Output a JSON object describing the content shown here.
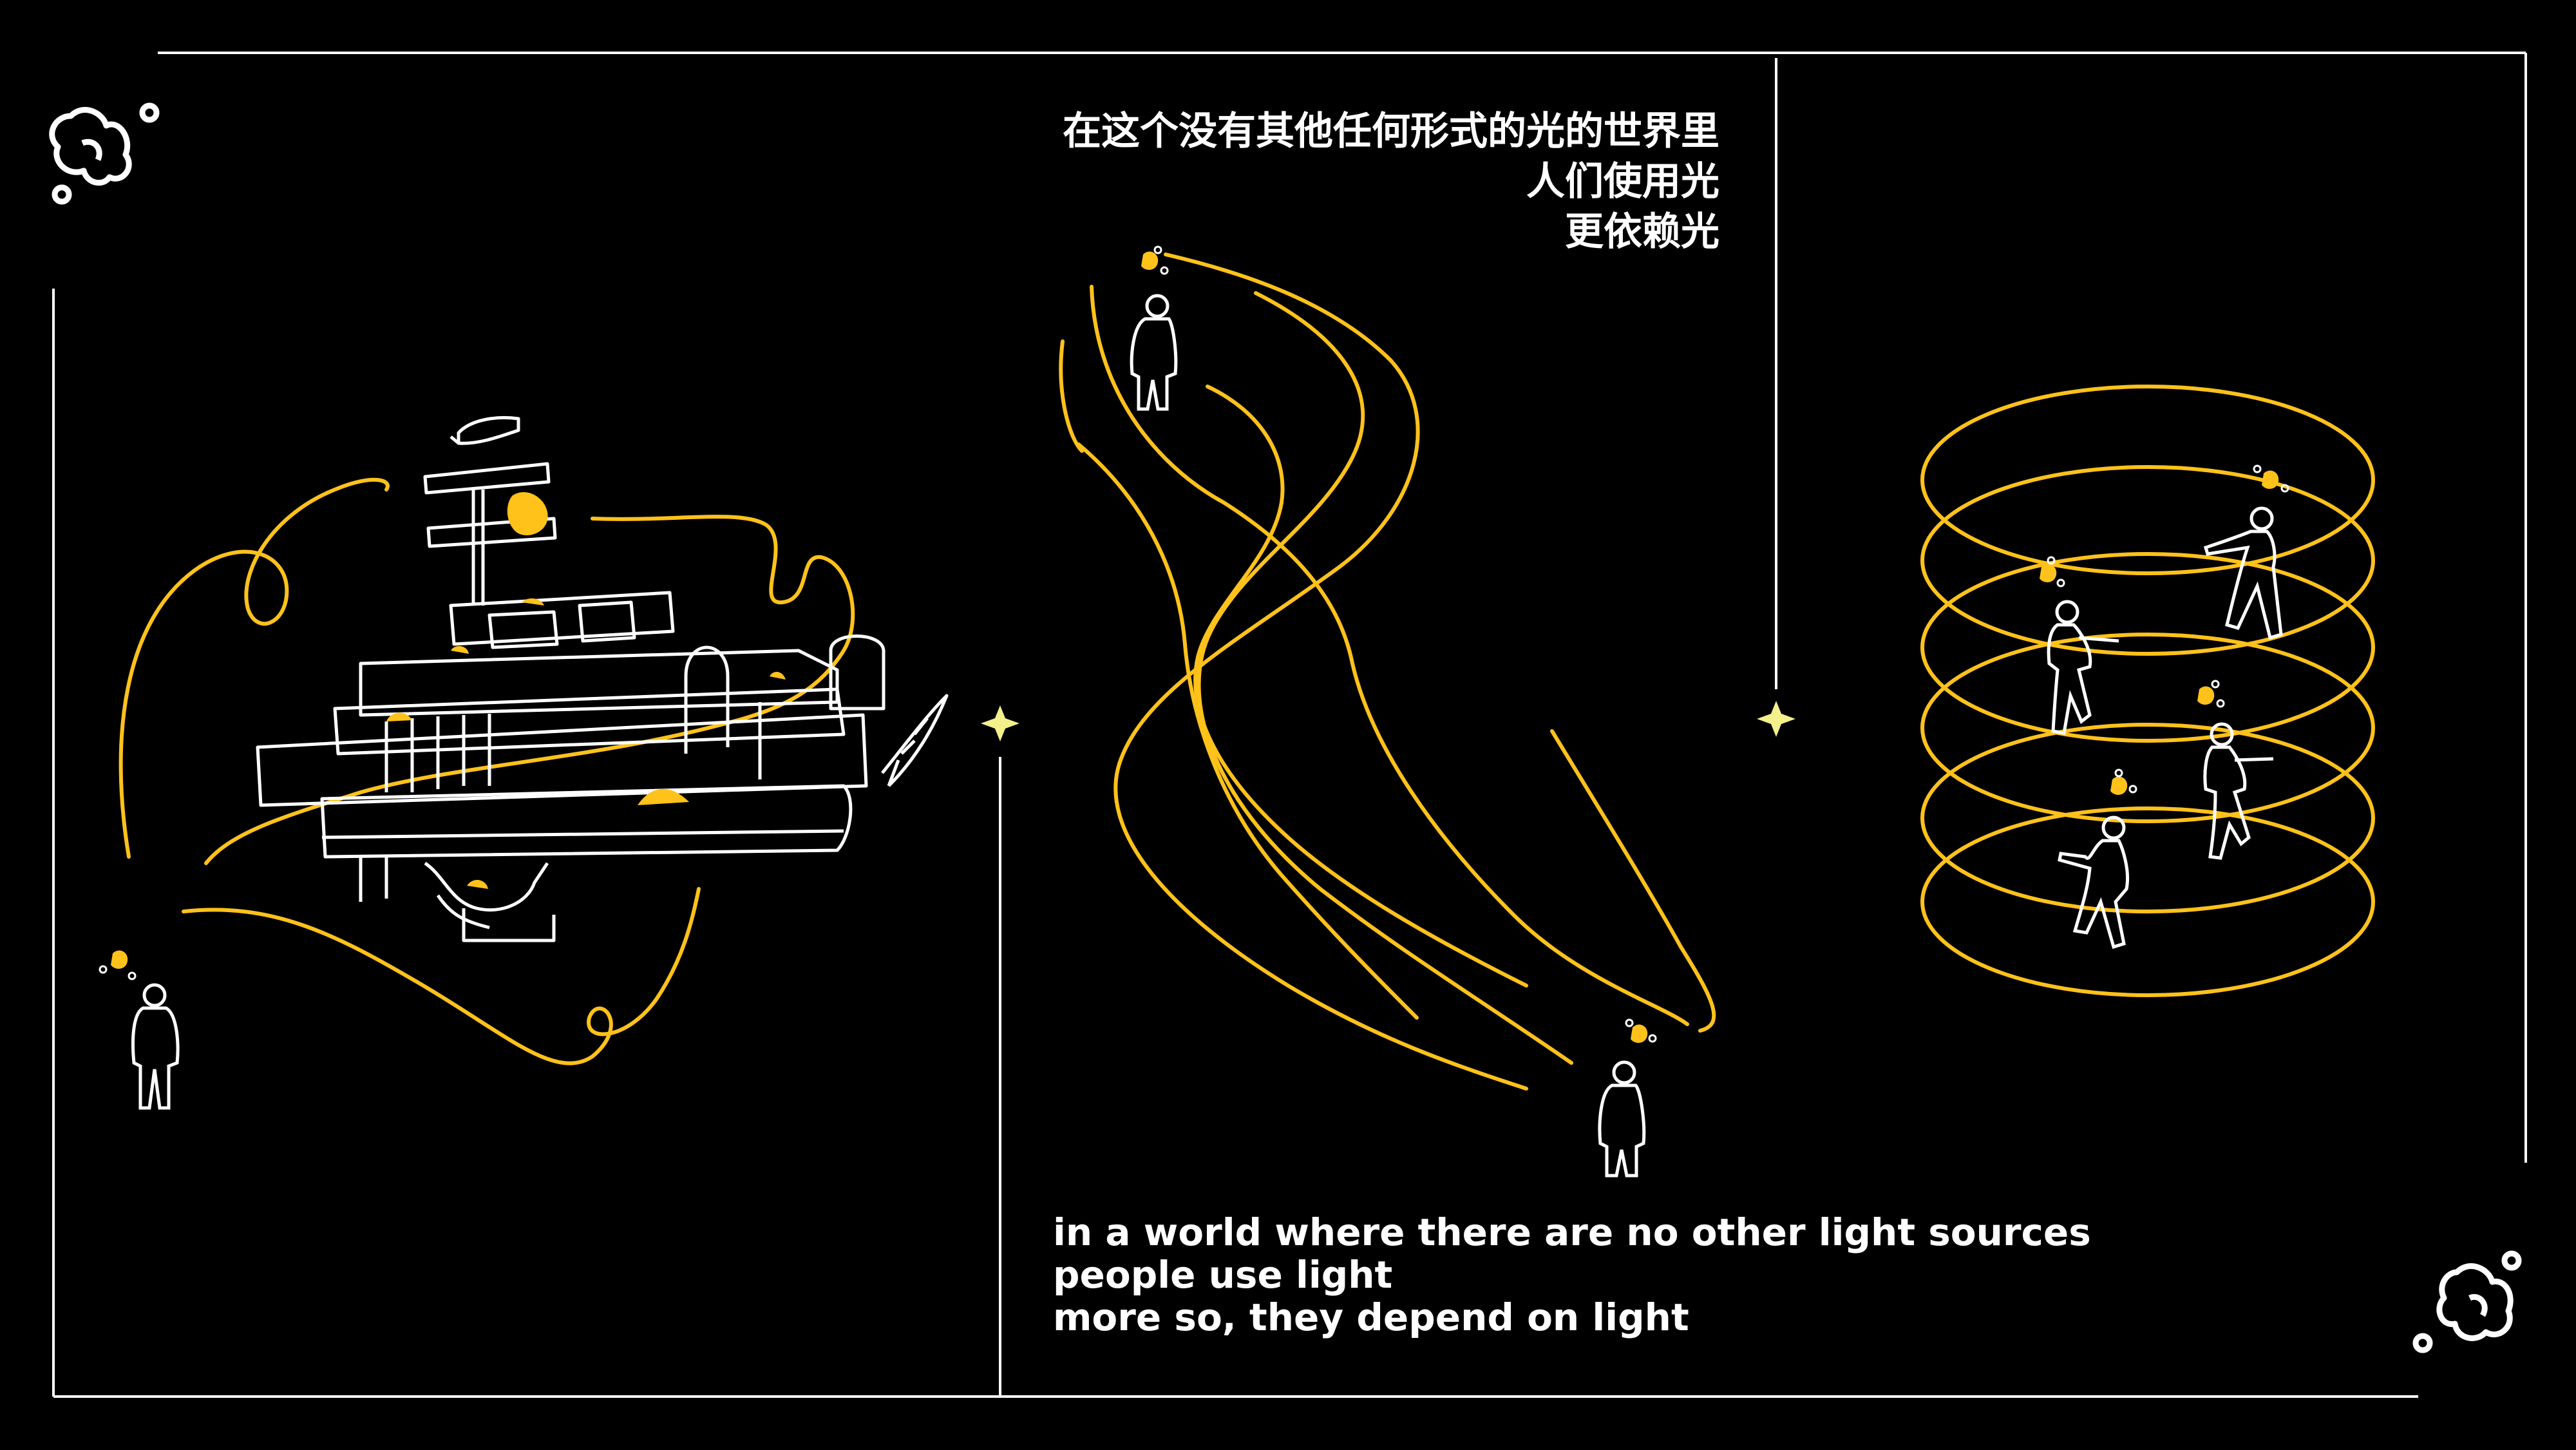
{
  "chinese_text": {
    "line1": "在这个没有其他任何形式的光的世界里",
    "line2": "人们使用光",
    "line3": "更依赖光"
  },
  "english_text": {
    "line1": "in a world where there are no other light sources",
    "line2": "people use light",
    "line3": "more so, they depend on light"
  },
  "colors": {
    "background": "#000000",
    "line": "#ffffff",
    "accent": "#ffc21a",
    "sparkle": "#f4f08c"
  },
  "icons": {
    "blob_top_left": "blob-icon",
    "blob_bottom_right": "blob-icon",
    "sparkle": "sparkle-icon",
    "lamp": "lamp-icon"
  }
}
